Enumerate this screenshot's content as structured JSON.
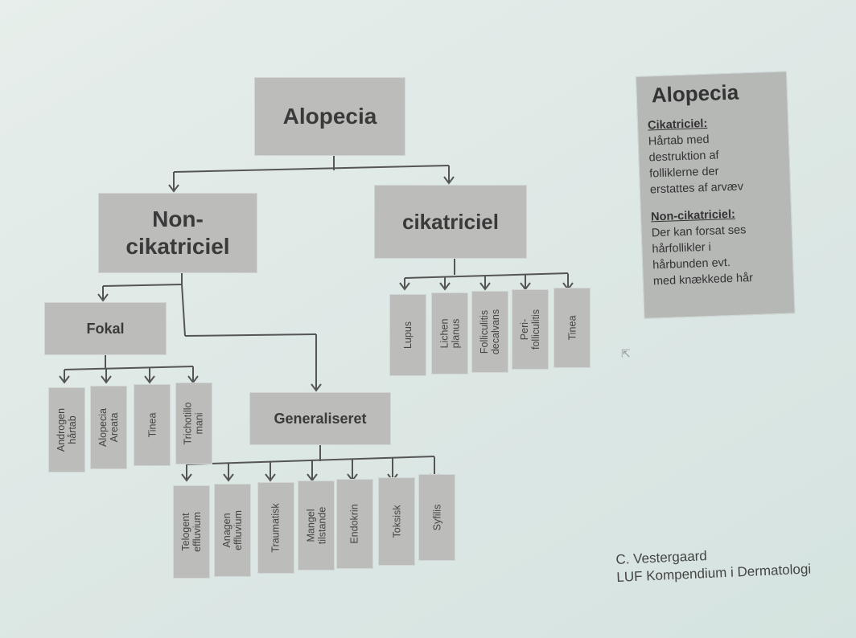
{
  "diagram": {
    "root": "Alopecia",
    "non_cikatriciel": "Non-\ncikatriciel",
    "cikatriciel": "cikatriciel",
    "fokal": "Fokal",
    "generaliseret": "Generaliseret",
    "fokal_leaves": [
      "Androgen\nhårtab",
      "Alopecia\nAreata",
      "Tinea",
      "Trichotillo\nmani"
    ],
    "generaliseret_leaves": [
      "Telogent\neffluvium",
      "Anagen\neffluvium",
      "Traumatisk",
      "Mangel\ntilstande",
      "Endokrin",
      "Toksisk",
      "Syfilis"
    ],
    "cikatriciel_leaves": [
      "Lupus",
      "Lichen\nplanus",
      "Folliculitis\ndecalvans",
      "Peri-\nfolliculitis",
      "Tinea"
    ]
  },
  "legend": {
    "title": "Alopecia",
    "cik_heading": "Cikatriciel:",
    "cik_body": "Hårtab med\ndestruktion af\nfolliklerne der\nerstattes af arvæv",
    "non_heading": "Non-cikatriciel:",
    "non_body": "Der kan forsat ses\nhårfollikler i\nhårbunden evt.\nmed knækkede hår"
  },
  "credit": {
    "author": "C. Vestergaard",
    "source": "LUF Kompendium i Dermatologi"
  },
  "colors": {
    "box": "#bcbcba",
    "line": "#555555",
    "background": "#dfe9e6"
  }
}
